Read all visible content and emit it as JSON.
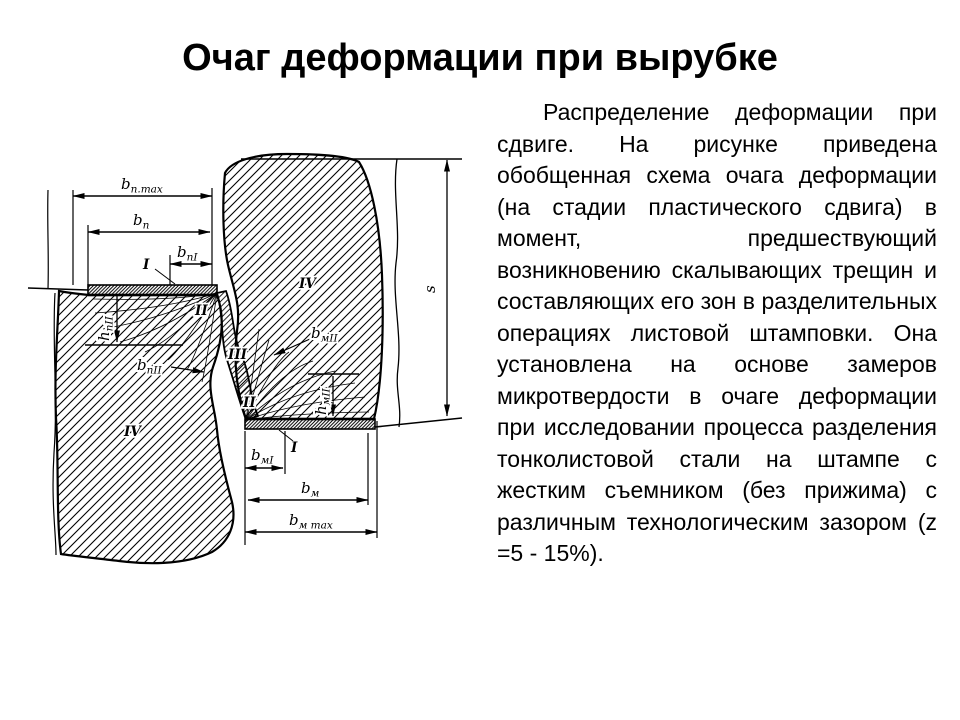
{
  "slide": {
    "title": "Очаг деформации при вырубке",
    "paragraph": "Распределение деформации при сдвиге. На рисунке приведена обобщенная схема очага деформации (на стадии пластического сдвига) в момент, предшествующий возникновению скалывающих трещин и составляющих его зон в разделительных операциях листовой штамповки. Она установлена на основе замеров микротвердости в очаге деформации при исследовании процесса разделения тонколистовой стали на штампе с жестким съемником (без прижима) с различным технологическим зазором (z =5 - 15%)."
  },
  "diagram": {
    "dim_labels": {
      "bp_max": {
        "base": "b",
        "sub": "п.max"
      },
      "bp": {
        "base": "b",
        "sub": "п"
      },
      "bpI": {
        "base": "b",
        "sub": "пI"
      },
      "bpII": {
        "base": "b",
        "sub": "пII"
      },
      "hpII": {
        "base": "h",
        "sub": "пII"
      },
      "bmII": {
        "base": "b",
        "sub": "мII"
      },
      "hmII": {
        "base": "h",
        "sub": "мII"
      },
      "bmI": {
        "base": "b",
        "sub": "мI"
      },
      "bm": {
        "base": "b",
        "sub": "м"
      },
      "bm_max": {
        "base": "b",
        "sub": "м max"
      },
      "s": "s"
    },
    "zone_labels": {
      "I": "I",
      "II": "II",
      "III": "III",
      "IV": "IV"
    }
  }
}
